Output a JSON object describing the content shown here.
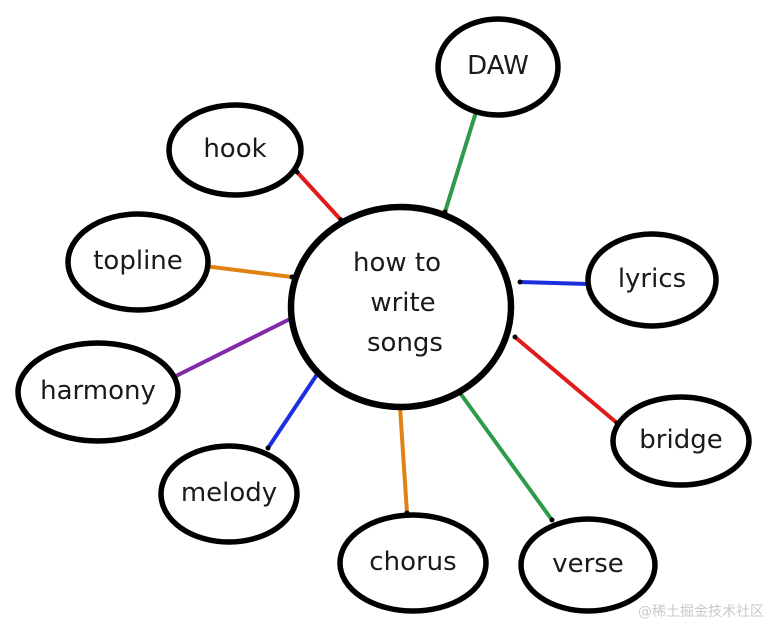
{
  "center": {
    "lines": [
      "how to",
      "write",
      "songs"
    ]
  },
  "nodes": [
    {
      "id": "daw",
      "label": "DAW",
      "color": "#2e9b4a"
    },
    {
      "id": "hook",
      "label": "hook",
      "color": "#e01b1b"
    },
    {
      "id": "topline",
      "label": "topline",
      "color": "#e08214"
    },
    {
      "id": "lyrics",
      "label": "lyrics",
      "color": "#1b2ee0"
    },
    {
      "id": "harmony",
      "label": "harmony",
      "color": "#7f2aa6"
    },
    {
      "id": "bridge",
      "label": "bridge",
      "color": "#e01b1b"
    },
    {
      "id": "melody",
      "label": "melody",
      "color": "#1b2ee0"
    },
    {
      "id": "chorus",
      "label": "chorus",
      "color": "#e08214"
    },
    {
      "id": "verse",
      "label": "verse",
      "color": "#2e9b4a"
    }
  ],
  "watermark": "@稀土掘金技术社区"
}
